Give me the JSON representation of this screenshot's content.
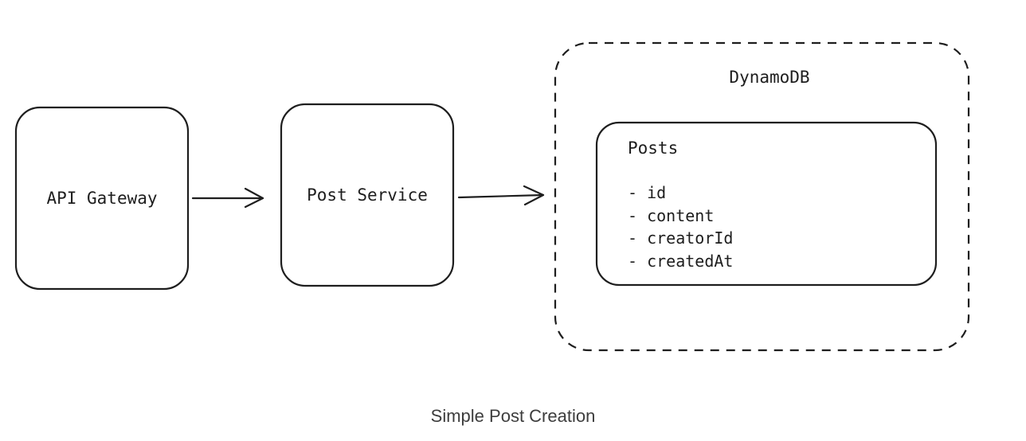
{
  "diagram": {
    "nodes": {
      "api_gateway": {
        "label": "API Gateway"
      },
      "post_service": {
        "label": "Post Service"
      },
      "dynamodb": {
        "label": "DynamoDB"
      },
      "posts_table": {
        "title": "Posts",
        "fields": [
          "- id",
          "- content",
          "- creatorId",
          "- createdAt"
        ]
      }
    },
    "edges": [
      {
        "from": "api_gateway",
        "to": "post_service"
      },
      {
        "from": "post_service",
        "to": "dynamodb"
      }
    ],
    "caption": "Simple Post Creation"
  },
  "colors": {
    "stroke": "#1e1e1e",
    "caption": "#3d3d3d",
    "background": "#ffffff"
  }
}
